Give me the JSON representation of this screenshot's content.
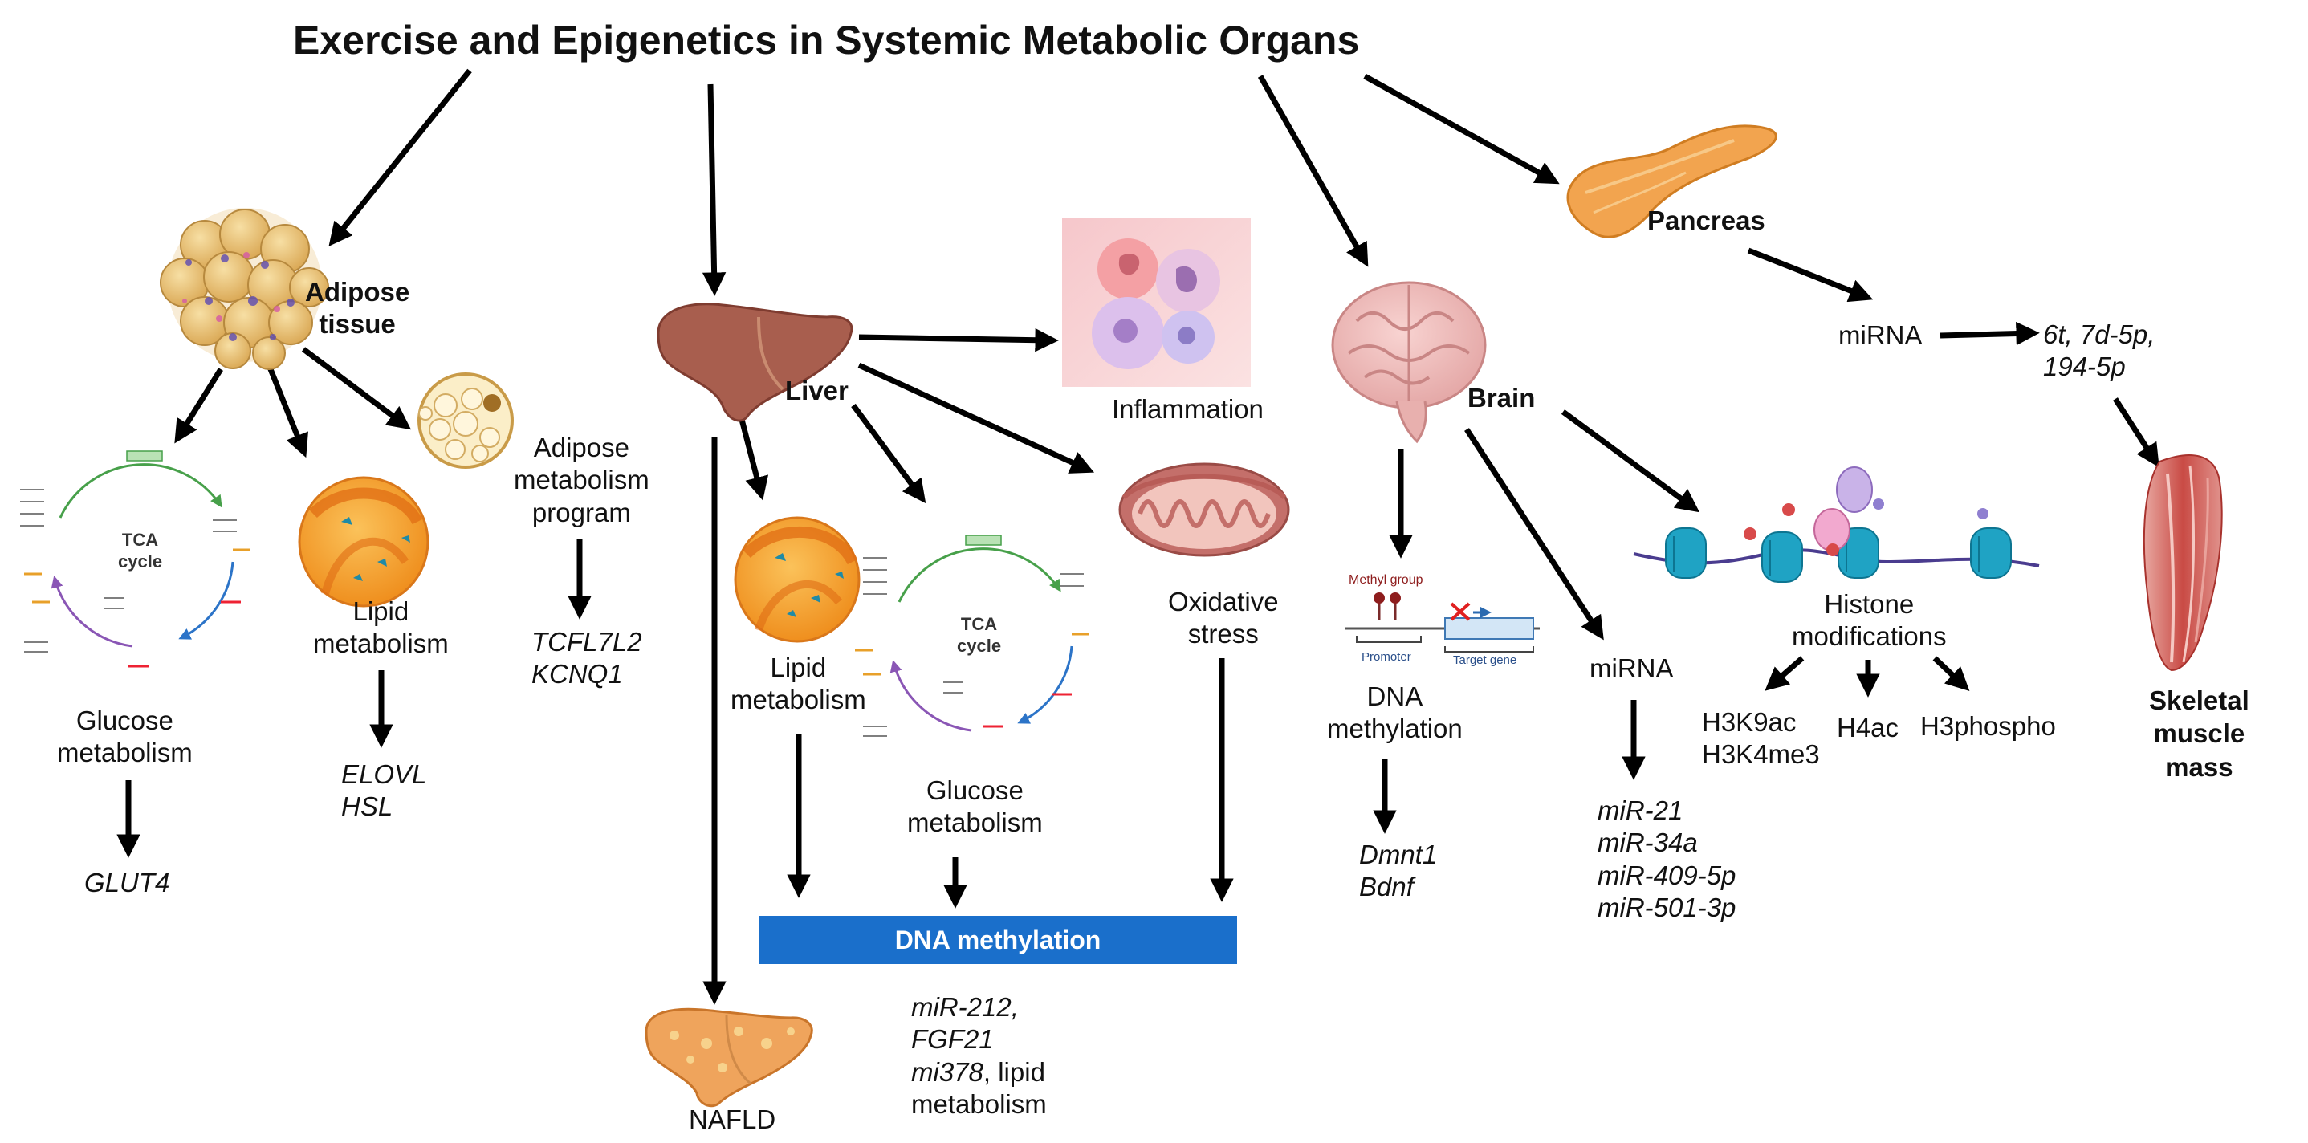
{
  "title": "Exercise and Epigenetics in Systemic Metabolic Organs",
  "colors": {
    "dna_methylation_bar": "#1a6fcb",
    "arrow": "#000000",
    "liver": "#a85e4e",
    "adipose": "#e0b060",
    "lipid_droplet": "#f39a2a",
    "mitochondrion": "#c46f6a",
    "brain": "#f2c2c2",
    "pancreas": "#f2a44f",
    "muscle": "#c63c3c",
    "nucleosome": "#1fa3c4",
    "tca_arrow_green": "#47a04a",
    "tca_arrow_blue": "#2c74c8",
    "tca_arrow_purple": "#8a56b5"
  },
  "icons": {
    "adipose": "adipose-tissue-cluster-icon",
    "liver": "liver-icon",
    "inflammation": "inflammatory-cells-icon",
    "brain": "brain-icon",
    "pancreas": "pancreas-icon",
    "muscle": "skeletal-muscle-icon",
    "mitochondrion": "mitochondrion-icon",
    "fatty_liver": "fatty-liver-icon"
  },
  "adipose": {
    "label": "Adipose\ntissue",
    "glucose": "Glucose\nmetabolism",
    "glucose_genes": "GLUT4",
    "lipid": "Lipid\nmetabolism",
    "lipid_genes": "ELOVL\nHSL",
    "program": "Adipose\nmetabolism\nprogram",
    "program_genes": "TCFL7L2\nKCNQ1"
  },
  "tca": {
    "label": "TCA\ncycle"
  },
  "liver": {
    "label": "Liver",
    "inflammation": "Inflammation",
    "lipid": "Lipid\nmetabolism",
    "glucose": "Glucose\nmetabolism",
    "oxidative": "Oxidative\nstress",
    "nafld": "NAFLD",
    "dna_methylation": "DNA methylation",
    "targets": [
      "miR-212,",
      "FGF21",
      "mi378",
      ", lipid",
      "metabolism"
    ]
  },
  "brain": {
    "label": "Brain",
    "methyl_group": "Methyl group",
    "promoter": "Promoter",
    "target_gene": "Target gene",
    "dna_methylation": "DNA\nmethylation",
    "dna_genes": "Dmnt1\nBdnf",
    "mirna": "miRNA",
    "mirna_list": "miR-21\nmiR-34a\nmiR-409-5p\nmiR-501-3p",
    "histone": "Histone\nmodifications",
    "h3k": "H3K9ac\nH3K4me3",
    "h4ac": "H4ac",
    "h3phospho": "H3phospho"
  },
  "pancreas": {
    "label": "Pancreas",
    "mirna": "miRNA",
    "mirna_list": "6t, 7d-5p,\n194-5p"
  },
  "muscle": {
    "label": "Skeletal\nmuscle\nmass"
  }
}
